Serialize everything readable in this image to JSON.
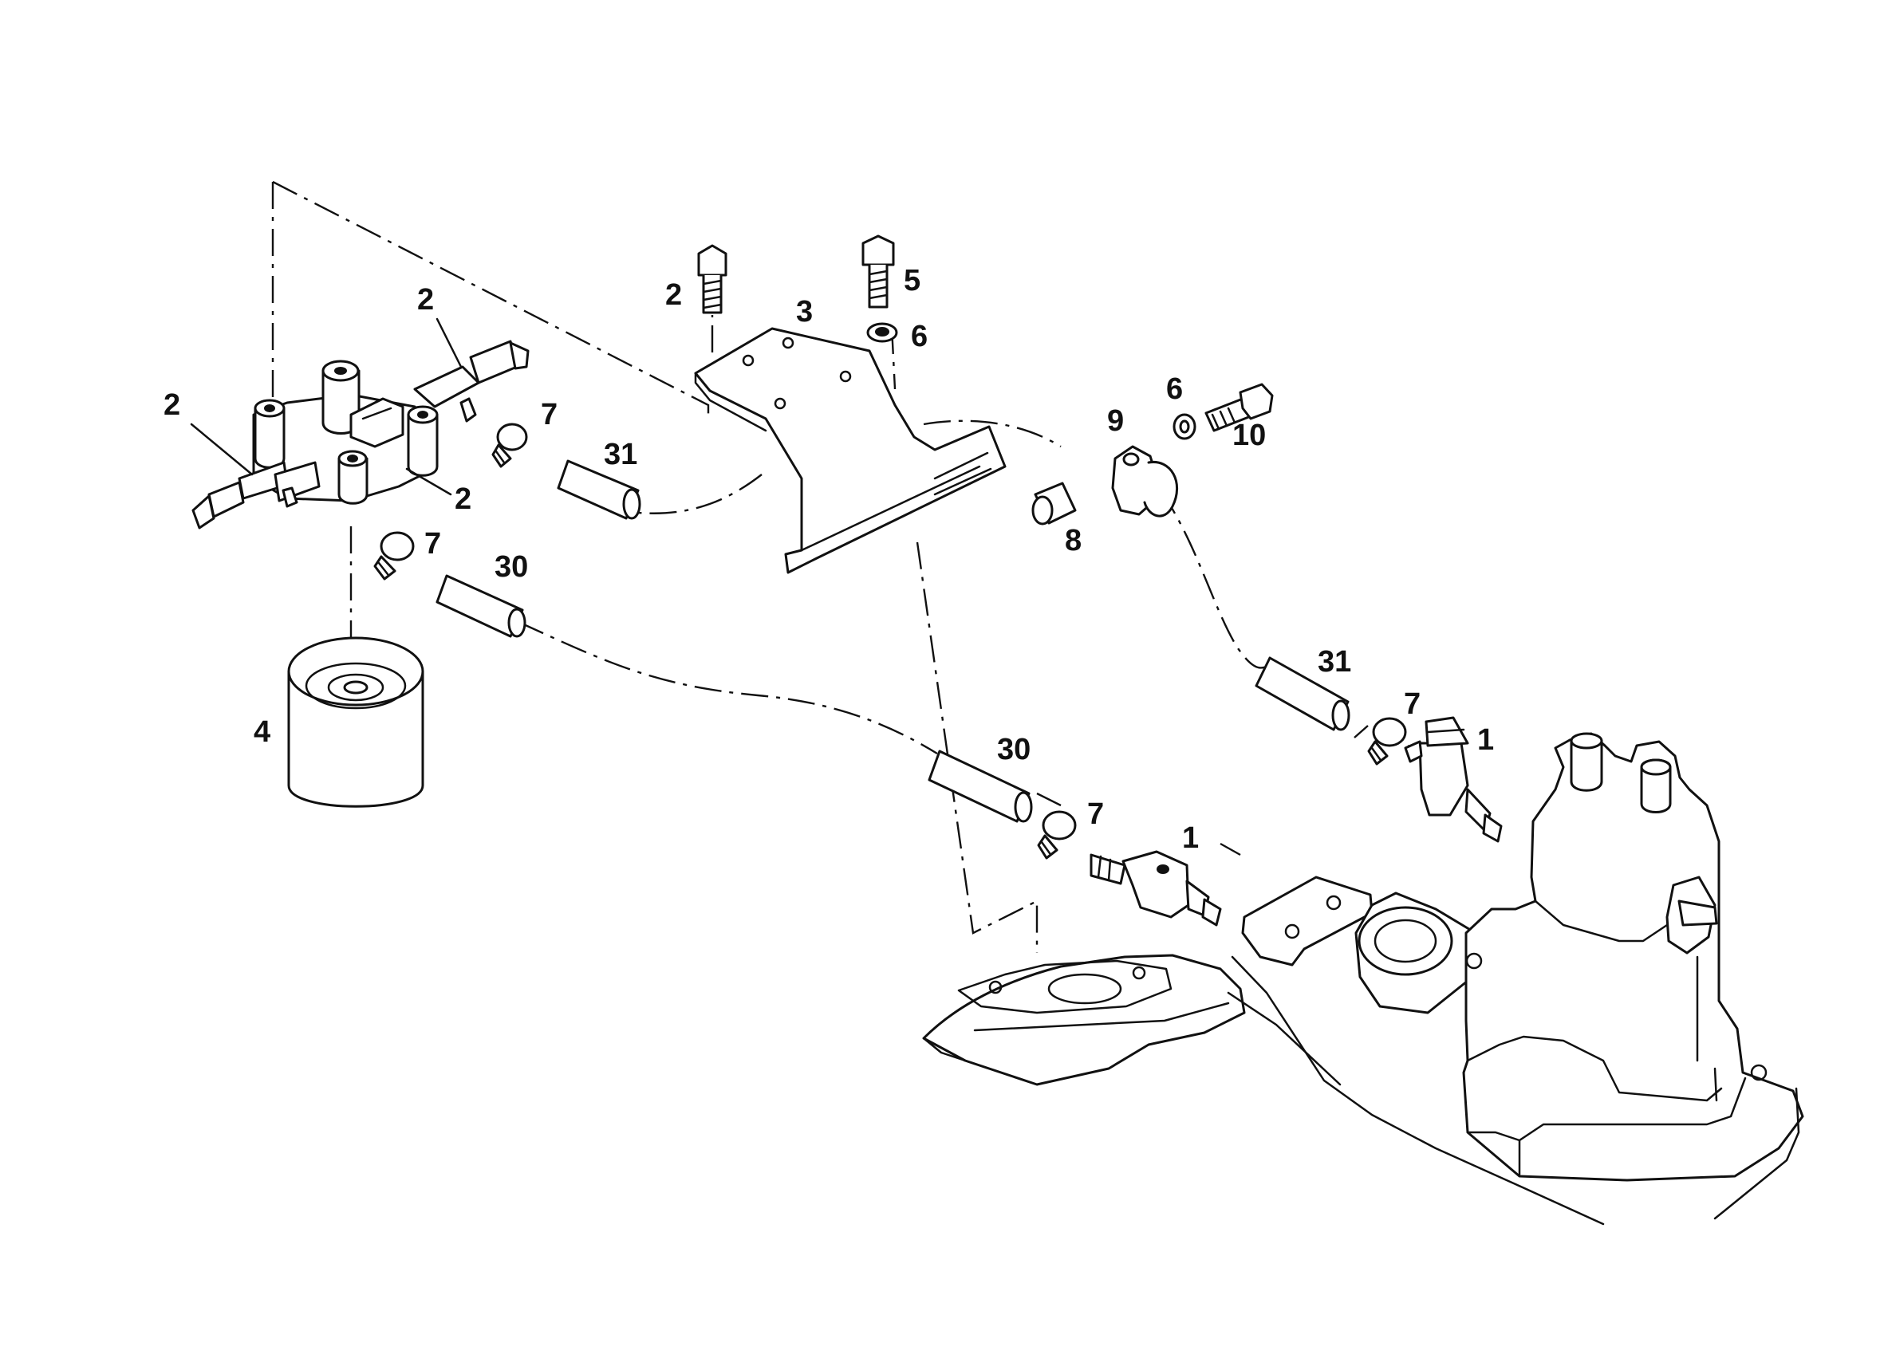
{
  "callouts": [
    {
      "id": "c-2-top",
      "text": "2"
    },
    {
      "id": "c-2-left",
      "text": "2"
    },
    {
      "id": "c-2-mid",
      "text": "2"
    },
    {
      "id": "c-2-bolt",
      "text": "2"
    },
    {
      "id": "c-3",
      "text": "3"
    },
    {
      "id": "c-5",
      "text": "5"
    },
    {
      "id": "c-6-top",
      "text": "6"
    },
    {
      "id": "c-6-right",
      "text": "6"
    },
    {
      "id": "c-7-a",
      "text": "7"
    },
    {
      "id": "c-7-b",
      "text": "7"
    },
    {
      "id": "c-7-c",
      "text": "7"
    },
    {
      "id": "c-7-d",
      "text": "7"
    },
    {
      "id": "c-31-a",
      "text": "31"
    },
    {
      "id": "c-31-b",
      "text": "31"
    },
    {
      "id": "c-30-a",
      "text": "30"
    },
    {
      "id": "c-30-b",
      "text": "30"
    },
    {
      "id": "c-9",
      "text": "9"
    },
    {
      "id": "c-10",
      "text": "10"
    },
    {
      "id": "c-8",
      "text": "8"
    },
    {
      "id": "c-4",
      "text": "4"
    },
    {
      "id": "c-1-a",
      "text": "1"
    },
    {
      "id": "c-1-b",
      "text": "1"
    }
  ]
}
